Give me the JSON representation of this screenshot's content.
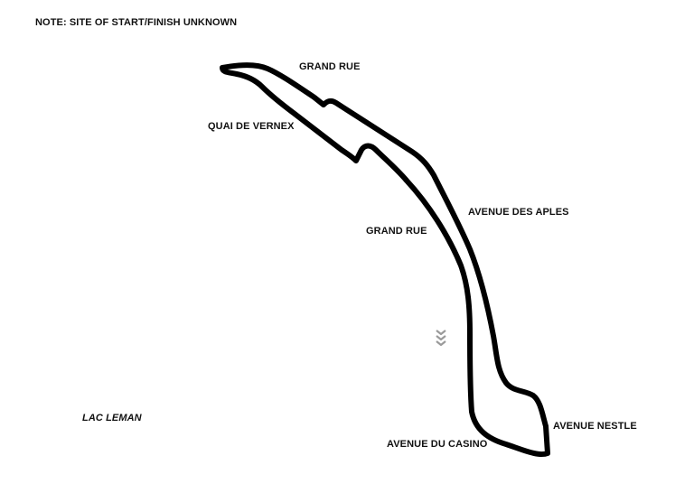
{
  "note": "NOTE: SITE OF START/FINISH UNKNOWN",
  "labels": {
    "grand_rue_top": "GRAND RUE",
    "quai_de_vernex": "QUAI DE VERNEX",
    "avenue_des_aples": "AVENUE DES APLES",
    "grand_rue_mid": "GRAND RUE",
    "lac_leman": "LAC LEMAN",
    "avenue_nestle": "AVENUE NESTLE",
    "avenue_du_casino": "AVENUE DU CASINO"
  },
  "icons": {
    "direction": "direction-chevrons-icon"
  },
  "colors": {
    "track": "#000000",
    "background": "#ffffff",
    "chevron": "#9a9a9a"
  }
}
